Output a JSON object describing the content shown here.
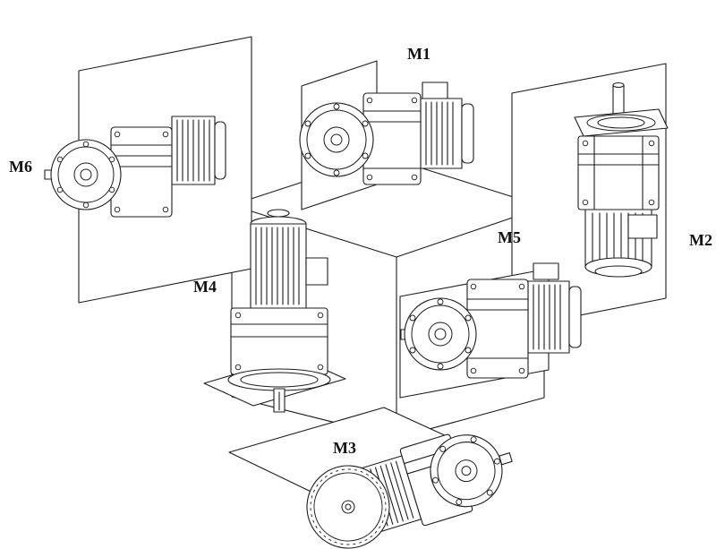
{
  "diagram": {
    "labels": {
      "m1": "M1",
      "m2": "M2",
      "m3": "M3",
      "m4": "M4",
      "m5": "M5",
      "m6": "M6"
    },
    "colors": {
      "line": "#1c1c1c",
      "background": "#ffffff"
    }
  }
}
